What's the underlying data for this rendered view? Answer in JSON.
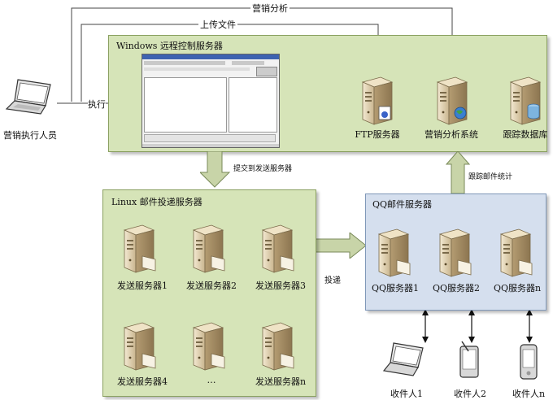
{
  "top_flows": {
    "marketing_analysis": "营销分析",
    "upload_file": "上传文件",
    "execute": "执行"
  },
  "operator": {
    "label": "营销执行人员",
    "icon": "laptop-icon"
  },
  "windows_box": {
    "title": "Windows 远程控制服务器",
    "servers": [
      {
        "label": "FTP服务器",
        "icon": "server-doc-icon"
      },
      {
        "label": "营销分析系统",
        "icon": "server-globe-icon"
      },
      {
        "label": "跟踪数据库",
        "icon": "server-db-icon"
      }
    ]
  },
  "submit_arrow": {
    "label": "提交到发送服务器"
  },
  "track_arrow": {
    "label": "跟踪邮件统计"
  },
  "deliver_arrow": {
    "label": "投递"
  },
  "linux_box": {
    "title": "Linux 邮件投递服务器",
    "servers": [
      "发送服务器1",
      "发送服务器2",
      "发送服务器3",
      "发送服务器4",
      "…",
      "发送服务器n"
    ]
  },
  "qq_box": {
    "title": "QQ邮件服务器",
    "servers": [
      "QQ服务器1",
      "QQ服务器2",
      "QQ服务器n"
    ]
  },
  "recipients": [
    {
      "label": "收件人1",
      "icon": "laptop-icon"
    },
    {
      "label": "收件人2",
      "icon": "tablet-icon"
    },
    {
      "label": "收件人n",
      "icon": "phone-icon"
    }
  ],
  "colors": {
    "green_box": "#d6e4b8",
    "blue_box": "#d5dfee",
    "arrow_fill": "#c8d4a8"
  }
}
